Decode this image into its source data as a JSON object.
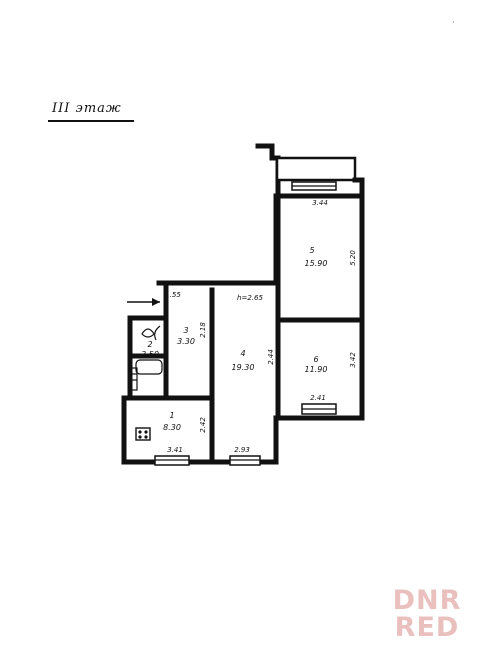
{
  "heading": "III этаж",
  "corner_mark": "·",
  "watermark": {
    "line1": "DNR",
    "line2": "RED"
  },
  "rooms": [
    {
      "number": "1",
      "area": "8.30"
    },
    {
      "number": "2",
      "area": "3.50"
    },
    {
      "number": "3",
      "area": "3.30"
    },
    {
      "number": "4",
      "area": "19.30"
    },
    {
      "number": "5",
      "area": "15.90"
    },
    {
      "number": "6",
      "area": "11.90"
    }
  ],
  "dimensions": {
    "d_344": "3.44",
    "d_520": "5.20",
    "d_h265": "h=2.65",
    "d_342": "3.42",
    "d_241": "2.41",
    "d_244": "2.44",
    "d_218": "2.18",
    "d_155": "1.55",
    "d_242": "2.42",
    "d_341": "3.41",
    "d_293": "2.93"
  }
}
